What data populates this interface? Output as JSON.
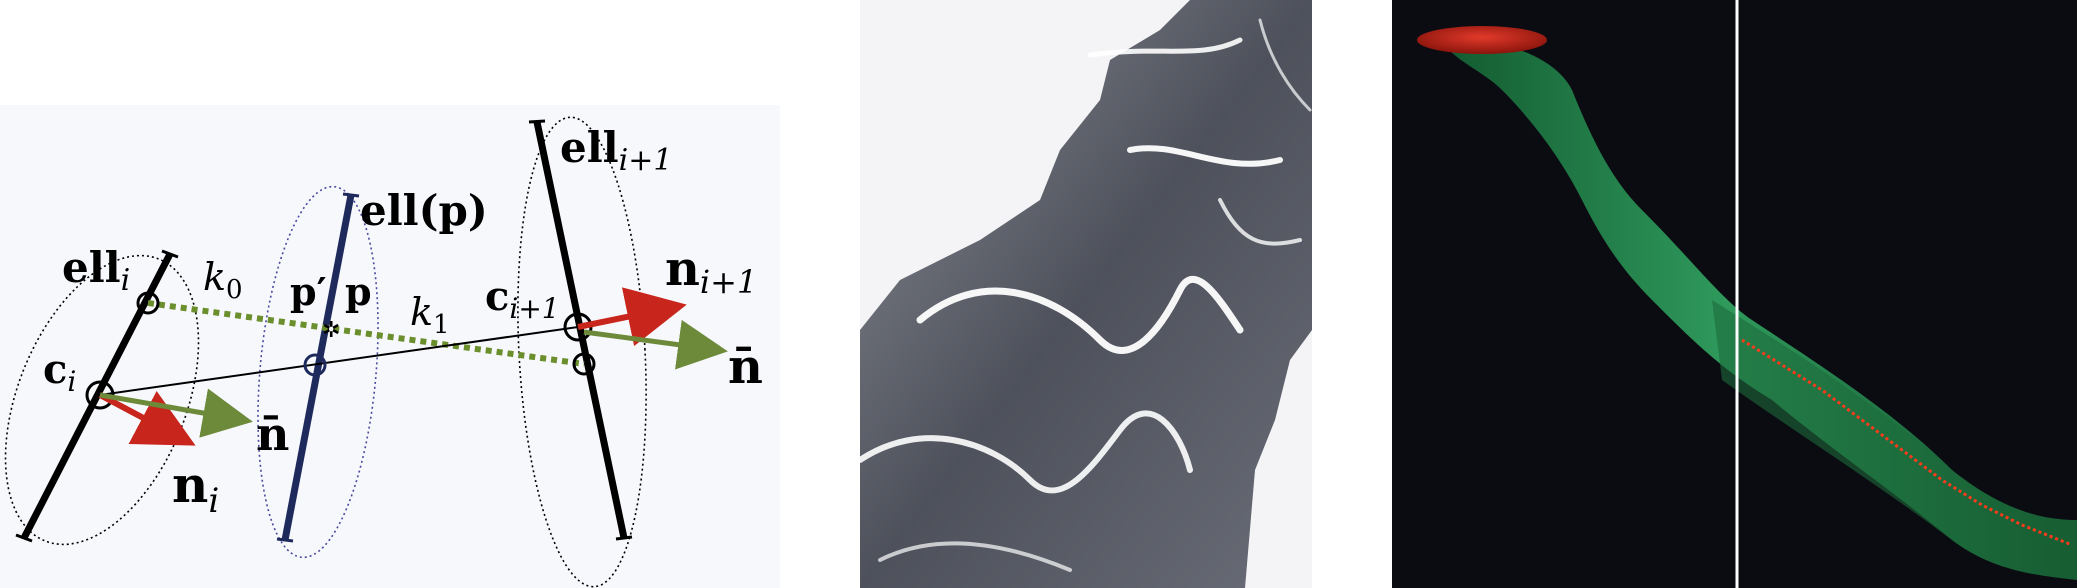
{
  "panels": {
    "diagram": {
      "labels": {
        "ell_i": "ell",
        "ell_i_sub": "i",
        "ell_p": "ell(p)",
        "ell_i1": "ell",
        "ell_i1_sub": "i+1",
        "k0": "k",
        "k0_sub": "0",
        "k1": "k",
        "k1_sub": "1",
        "p_prime": "p′",
        "p": "p",
        "c_i": "c",
        "c_i_sub": "i",
        "c_i1": "c",
        "c_i1_sub": "i+1",
        "n_i": "n",
        "n_i_sub": "i",
        "n_i1": "n",
        "n_i1_sub": "i+1",
        "nbar_mid": "n̄",
        "nbar_right": "n̄"
      },
      "colors": {
        "axis": "#000000",
        "mid_axis": "#1f2a5c",
        "normal_red": "#c8251c",
        "normal_green": "#6d8a3a",
        "dotted_green": "#6a8f2c",
        "ellipse_blue": "#4a4aa0",
        "background": "#f7f8fc"
      }
    },
    "shaded": {
      "colors": {
        "surface": "#5a5d68",
        "highlight": "#ffffff",
        "background": "#f4f4f6"
      }
    },
    "vessel": {
      "colors": {
        "background": "#0b0c12",
        "vessel": "#1f7a45",
        "cap": "#c0281c",
        "centerline": "#ff3a1a",
        "divider": "#ffffff"
      }
    }
  }
}
